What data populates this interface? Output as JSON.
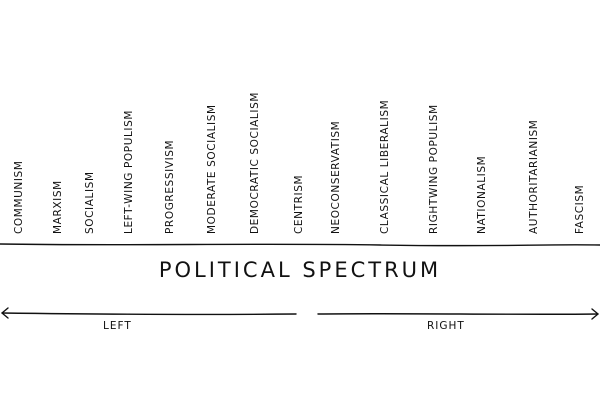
{
  "terms": [
    "Communism",
    "Marxism",
    "Socialism",
    "Left-Wing Populism",
    "Progressivism",
    "Moderate Socialism",
    "Democratic Socialism",
    "Centrism",
    "Neoconservatism",
    "Classical Liberalism",
    "Rightwing Populism",
    "Nationalism",
    "Authoritarianism",
    "Fascism"
  ],
  "title": "POLITICAL SPECTRUM",
  "left_label": "LEFT",
  "right_label": "RIGHT",
  "colors": {
    "ink": "#111111",
    "background": "#ffffff"
  }
}
